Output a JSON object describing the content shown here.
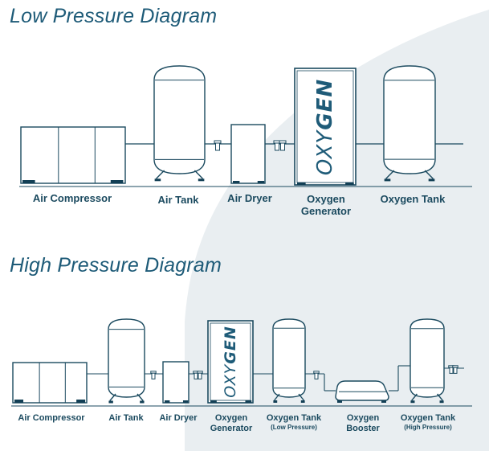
{
  "colors": {
    "background_curve": "#e9eef1",
    "heading": "#1e5b78",
    "equipment_stroke": "#1b4a5f",
    "equipment_fill": "#ffffff",
    "feet": "#123f55"
  },
  "low_pressure": {
    "title": "Low Pressure Diagram",
    "components": [
      {
        "label": "Air Compressor",
        "icon": "air-compressor-icon"
      },
      {
        "label": "Air Tank",
        "icon": "air-tank-icon"
      },
      {
        "label": "Air Dryer",
        "icon": "air-dryer-icon"
      },
      {
        "label_line1": "Oxygen",
        "label_line2": "Generator",
        "icon": "oxygen-generator-icon"
      },
      {
        "label": "Oxygen Tank",
        "icon": "oxygen-tank-icon"
      }
    ],
    "generator_logo": {
      "prefix": "OXY",
      "suffix": "GEN"
    }
  },
  "high_pressure": {
    "title": "High Pressure Diagram",
    "components": [
      {
        "label": "Air Compressor",
        "icon": "air-compressor-icon"
      },
      {
        "label": "Air Tank",
        "icon": "air-tank-icon"
      },
      {
        "label": "Air Dryer",
        "icon": "air-dryer-icon"
      },
      {
        "label_line1": "Oxygen",
        "label_line2": "Generator",
        "icon": "oxygen-generator-icon"
      },
      {
        "label": "Oxygen Tank",
        "sublabel": "(Low Pressure)",
        "icon": "oxygen-tank-icon"
      },
      {
        "label_line1": "Oxygen",
        "label_line2": "Booster",
        "icon": "oxygen-booster-icon"
      },
      {
        "label": "Oxygen Tank",
        "sublabel": "(High Pressure)",
        "icon": "oxygen-tank-icon"
      }
    ],
    "generator_logo": {
      "prefix": "OXY",
      "suffix": "GEN"
    }
  }
}
